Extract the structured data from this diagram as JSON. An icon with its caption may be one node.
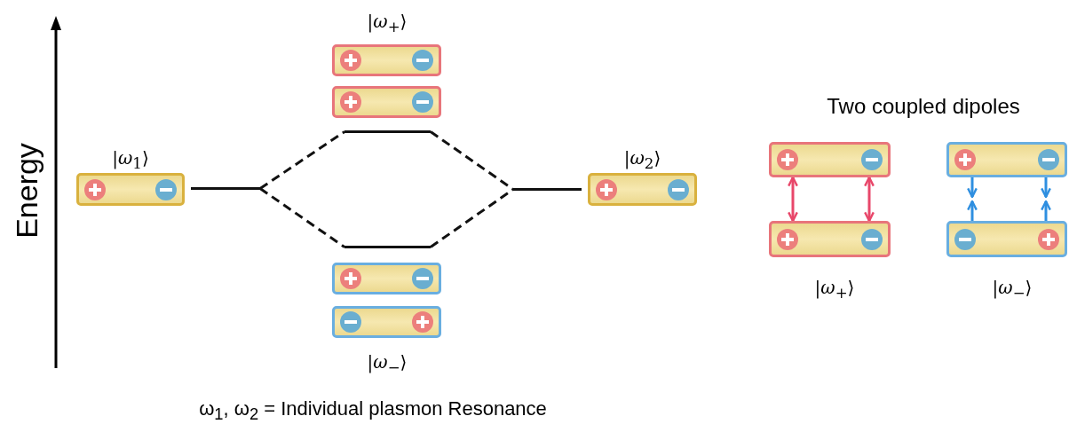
{
  "diagram": {
    "caption": "ω$_{1}$, ω$_{2}$ = Individual plasmon Resonance",
    "nodes": [
      {
        "text": [
          "|*ω*$_{1}$⟩"
        ]
      },
      {
        "text": [],
        "shape": "line"
      },
      {
        "text": [],
        "shape": "bar"
      },
      {
        "text": [],
        "shape": "bar"
      },
      {
        "text": [],
        "shape": "line"
      },
      {
        "text": [],
        "shape": "line"
      },
      {
        "text": [],
        "shape": "bar"
      },
      {
        "text": [],
        "shape": "bar"
      },
      {
        "text": [],
        "shape": "line"
      },
      {
        "text": [
          "|*ω*$_{2}$⟩"
        ]
      },
      {
        "text": [],
        "shape": "bar"
      },
      {
        "text": [],
        "shape": "bar"
      },
      {
        "text": [],
        "shape": "bar"
      },
      {
        "text": [],
        "shape": "bar"
      }
    ],
    "edges": [
      {
        "from": 1,
        "to": 4,
        "arrow": "none",
        "style": "dashed"
      },
      {
        "from": 1,
        "to": 5,
        "arrow": "none",
        "style": "dashed"
      },
      {
        "from": 4,
        "to": 8,
        "arrow": "none",
        "style": "dashed"
      },
      {
        "from": 5,
        "to": 8,
        "arrow": "none",
        "style": "dashed"
      },
      {
        "from": 10,
        "to": 11,
        "arrow": "both",
        "color": "#e8476a"
      },
      {
        "from": 10,
        "to": 11,
        "arrow": "both",
        "color": "#e8476a"
      },
      {
        "from": 12,
        "to": null,
        "arrow": "to",
        "color": "#2f8fe0"
      },
      {
        "from": 13,
        "to": null,
        "arrow": "to",
        "color": "#2f8fe0"
      },
      {
        "from": 12,
        "to": null,
        "arrow": "to",
        "color": "#2f8fe0"
      },
      {
        "from": 13,
        "to": null,
        "arrow": "to",
        "color": "#2f8fe0"
      }
    ],
    "labels": [
      "|*ω*$_{+}$⟩",
      "Two coupled dipoles",
      "Energy",
      "|*ω*$_{+}$⟩",
      "|*ω*$_{−}$⟩",
      "|*ω*$_{−}$⟩"
    ]
  }
}
